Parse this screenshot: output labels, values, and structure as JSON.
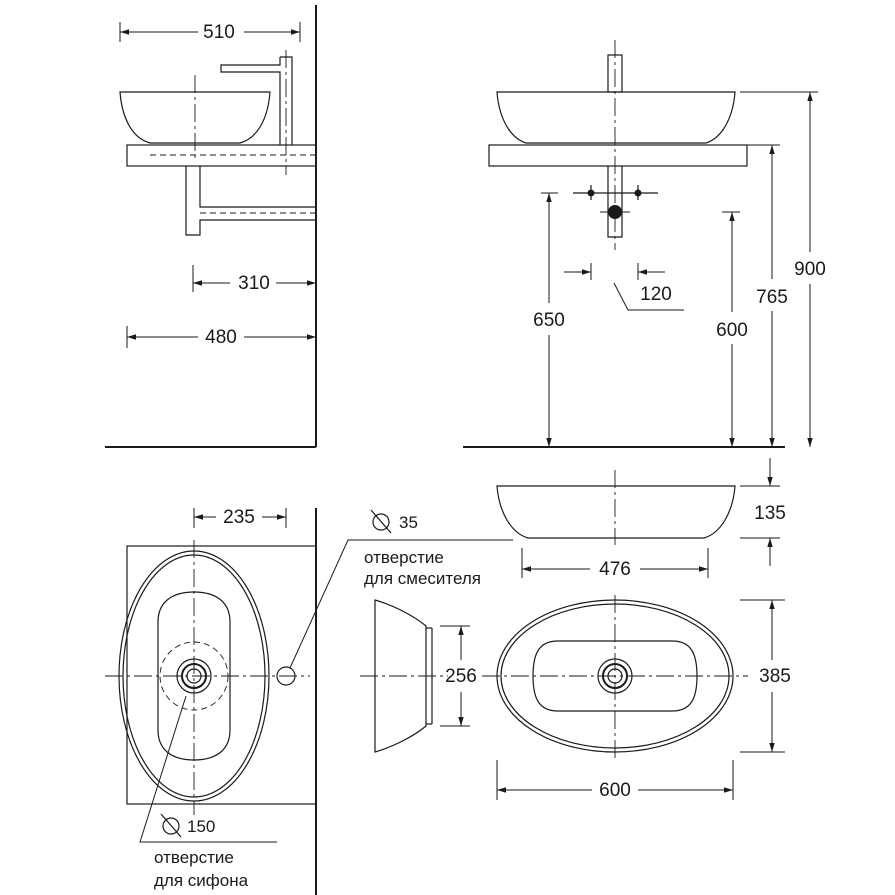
{
  "dimensions": {
    "top_width": "510",
    "wall_to_mixer": "310",
    "wall_to_front": "480",
    "mixer_spacing": "120",
    "siphon_height": "650",
    "counter_height": "600",
    "top_height": "765",
    "total_height": "900",
    "bowl_height": "135",
    "bowl_width": "476",
    "plan_offset": "235",
    "side_depth": "256",
    "plan_depth": "385",
    "plan_width": "600"
  },
  "callouts": {
    "mixer_hole_diameter": "35",
    "mixer_hole_line1": "отверстие",
    "mixer_hole_line2": "для смесителя",
    "siphon_hole_diameter": "150",
    "siphon_hole_line1": "отверстие",
    "siphon_hole_line2": "для сифона"
  },
  "colors": {
    "line": "#1a1a1a",
    "background": "#ffffff"
  },
  "icons": {
    "diameter": "diameter-icon"
  }
}
